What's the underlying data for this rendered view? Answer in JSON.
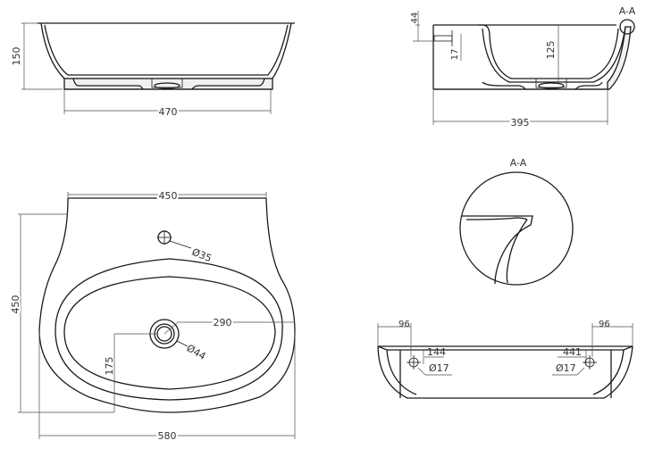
{
  "views": {
    "front": {
      "height": "150",
      "width": "470"
    },
    "section": {
      "label": "A-A",
      "d44": "44",
      "d17": "17",
      "d125": "125",
      "width": "395"
    },
    "detail": {
      "title": "A-A"
    },
    "plan": {
      "depth": "450",
      "top_width": "450",
      "hole_dia": "Ø35",
      "waste_dia": "Ø44",
      "dist_290": "290",
      "dist_175": "175",
      "bottom_width": "580"
    },
    "back": {
      "left_off": "96",
      "right_off": "96",
      "left_pos": "144",
      "right_pos": "441",
      "left_dia": "Ø17",
      "right_dia": "Ø17"
    }
  }
}
